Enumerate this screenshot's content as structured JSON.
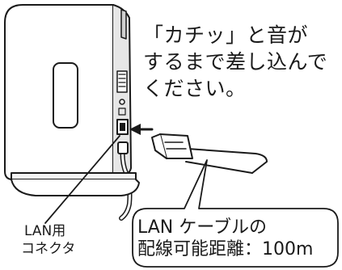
{
  "instruction": {
    "line1": "「カチッ」と音が",
    "line2": "するまで差し込んで",
    "line3": "ください。"
  },
  "port_label": {
    "line1": "LAN用",
    "line2": "コネクタ"
  },
  "cable_label": {
    "line1": "LAN ケーブルの",
    "line2": "配線可能距離：100m"
  },
  "colors": {
    "stroke": "#1a1a1a",
    "device_fill": "#ffffff",
    "side_shade": "#e6e6e6",
    "stand_fill": "#f5f5f5"
  }
}
